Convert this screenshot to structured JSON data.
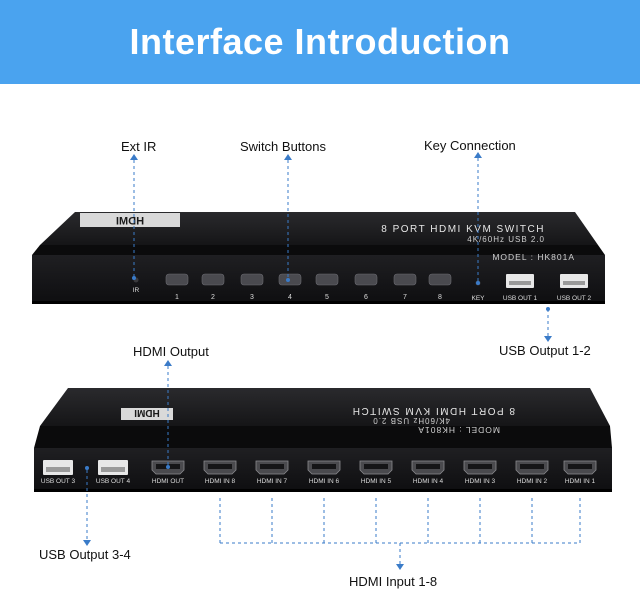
{
  "banner": {
    "title": "Interface Introduction"
  },
  "callouts": {
    "ext_ir": "Ext IR",
    "switch_buttons": "Switch Buttons",
    "key_connection": "Key Connection",
    "hdmi_output": "HDMI Output",
    "usb_output_1_2": "USB Output 1-2",
    "usb_output_3_4": "USB Output 3-4",
    "hdmi_input_1_8": "HDMI Input 1-8"
  },
  "front_panel": {
    "logo": "HDMI",
    "product_name": "8 PORT HDMI KVM SWITCH",
    "spec": "4K/60Hz   USB 2.0",
    "model": "MODEL : HK801A",
    "ir_label": "IR",
    "button_labels": [
      "1",
      "2",
      "3",
      "4",
      "5",
      "6",
      "7",
      "8"
    ],
    "key_label": "KEY",
    "usb_labels": [
      "USB OUT 1",
      "USB OUT 2"
    ]
  },
  "rear_panel": {
    "logo": "HDMI",
    "product_name": "8 PORT HDMI KVM SWITCH",
    "spec": "4K/60Hz   USB 2.0",
    "model": "MODEL : HK801A",
    "usb_labels": [
      "USB OUT 3",
      "USB OUT 4"
    ],
    "hdmi_out_label": "HDMI OUT",
    "hdmi_in_labels": [
      "HDMI IN 8",
      "HDMI IN 7",
      "HDMI IN 6",
      "HDMI IN 5",
      "HDMI IN 4",
      "HDMI IN 3",
      "HDMI IN 2",
      "HDMI IN 1"
    ]
  },
  "colors": {
    "banner": "#4aa3ef",
    "device": "#1c1c1e",
    "callout_line": "#3a7bc8"
  }
}
